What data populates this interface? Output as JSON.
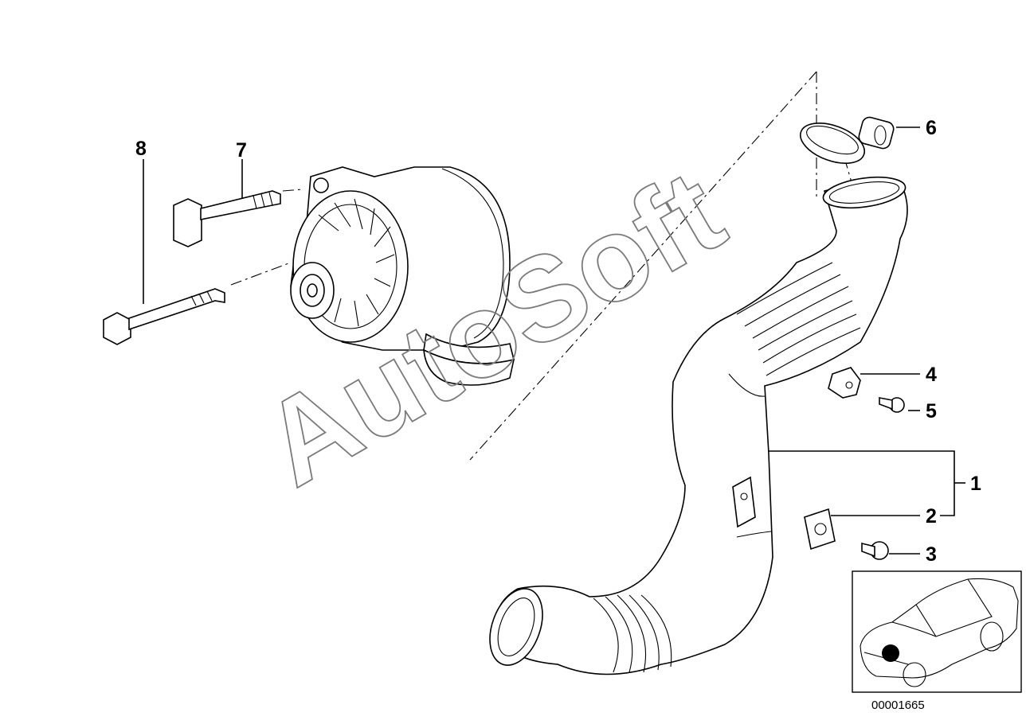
{
  "diagram": {
    "callouts": [
      {
        "id": "1",
        "label": "1"
      },
      {
        "id": "2",
        "label": "2"
      },
      {
        "id": "3",
        "label": "3"
      },
      {
        "id": "4",
        "label": "4"
      },
      {
        "id": "5",
        "label": "5"
      },
      {
        "id": "6",
        "label": "6"
      },
      {
        "id": "7",
        "label": "7"
      },
      {
        "id": "8",
        "label": "8"
      }
    ],
    "watermark": "AutoSoft",
    "drawing_number": "00001665"
  }
}
